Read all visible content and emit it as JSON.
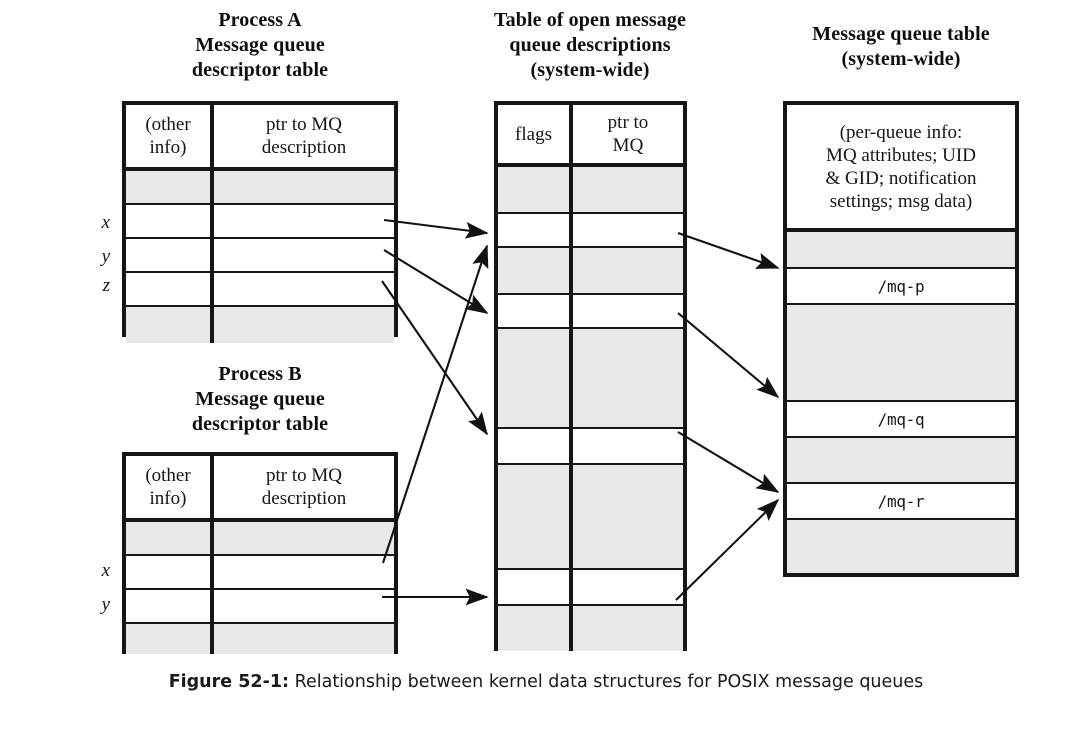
{
  "figure": {
    "caption_label": "Figure 52-1:",
    "caption_text": " Relationship between kernel data structures for POSIX message queues"
  },
  "colors": {
    "line": "#16161a",
    "shaded_row": "#e6e8ea",
    "blank_row": "#ffffff",
    "text": "#15151b"
  },
  "process_a": {
    "title_line1": "Process A",
    "title_line2": "Message queue",
    "title_line3": "descriptor table",
    "headers": {
      "col1_line1": "(other",
      "col1_line2": "info)",
      "col2_line1": "ptr to MQ",
      "col2_line2": "description"
    },
    "descriptor_labels": [
      "x",
      "y",
      "z"
    ],
    "rows": [
      {
        "state": "shaded"
      },
      {
        "state": "blank",
        "label": "x"
      },
      {
        "state": "blank",
        "label": "y"
      },
      {
        "state": "blank",
        "label": "z"
      },
      {
        "state": "shaded"
      }
    ]
  },
  "process_b": {
    "title_line1": "Process B",
    "title_line2": "Message queue",
    "title_line3": "descriptor table",
    "headers": {
      "col1_line1": "(other",
      "col1_line2": "info)",
      "col2_line1": "ptr to MQ",
      "col2_line2": "description"
    },
    "descriptor_labels": [
      "x",
      "y"
    ],
    "rows": [
      {
        "state": "shaded"
      },
      {
        "state": "blank",
        "label": "x"
      },
      {
        "state": "blank",
        "label": "y"
      },
      {
        "state": "shaded"
      }
    ]
  },
  "open_descriptions": {
    "title_line1": "Table of open message",
    "title_line2": "queue descriptions",
    "title_line3": "(system-wide)",
    "headers": {
      "col1": "flags",
      "col2_line1": "ptr to",
      "col2_line2": "MQ"
    },
    "rows": [
      {
        "state": "shaded"
      },
      {
        "state": "blank"
      },
      {
        "state": "shaded"
      },
      {
        "state": "blank"
      },
      {
        "state": "shaded"
      },
      {
        "state": "blank"
      },
      {
        "state": "shaded"
      },
      {
        "state": "blank"
      },
      {
        "state": "shaded"
      }
    ]
  },
  "mq_table": {
    "title_line1": "Message queue table",
    "title_line2": "(system-wide)",
    "header_lines": [
      "(per-queue info:",
      "MQ attributes; UID",
      "& GID; notification",
      "settings; msg data)"
    ],
    "rows": [
      {
        "state": "shaded",
        "name": ""
      },
      {
        "state": "blank",
        "name": "/mq-p"
      },
      {
        "state": "shaded",
        "name": ""
      },
      {
        "state": "blank",
        "name": "/mq-q"
      },
      {
        "state": "shaded",
        "name": ""
      },
      {
        "state": "blank",
        "name": "/mq-r"
      },
      {
        "state": "shaded",
        "name": ""
      }
    ]
  }
}
